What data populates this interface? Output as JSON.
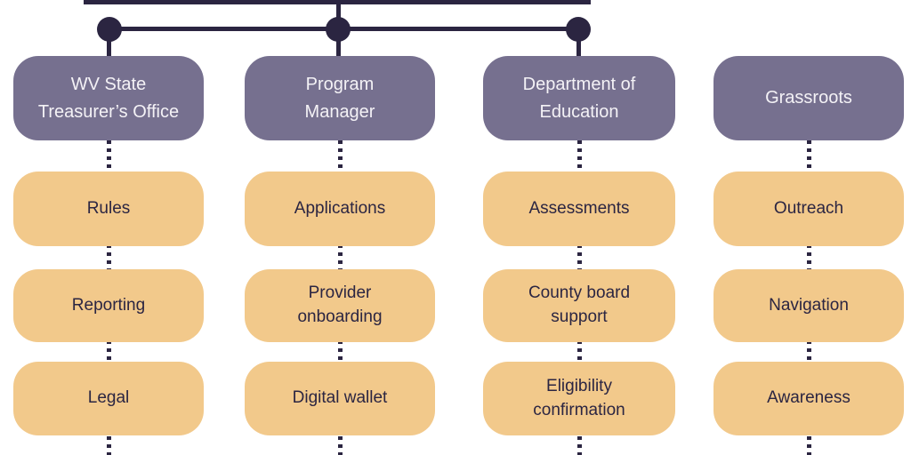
{
  "columns": [
    {
      "header": "WV State\nTreasurer’s Office",
      "items": [
        "Rules",
        "Reporting",
        "Legal"
      ]
    },
    {
      "header": "Program\nManager",
      "items": [
        "Applications",
        "Provider\nonboarding",
        "Digital wallet"
      ]
    },
    {
      "header": "Department of\nEducation",
      "items": [
        "Assessments",
        "County board\nsupport",
        "Eligibility\nconfirmation"
      ]
    },
    {
      "header": "Grassroots",
      "items": [
        "Outreach",
        "Navigation",
        "Awareness"
      ]
    }
  ],
  "colors": {
    "header_bg": "#76708F",
    "header_text": "#F4F2F6",
    "item_bg": "#F2C98B",
    "item_text": "#2B2542",
    "connector": "#2B2541",
    "background": "#FFFFFF"
  }
}
